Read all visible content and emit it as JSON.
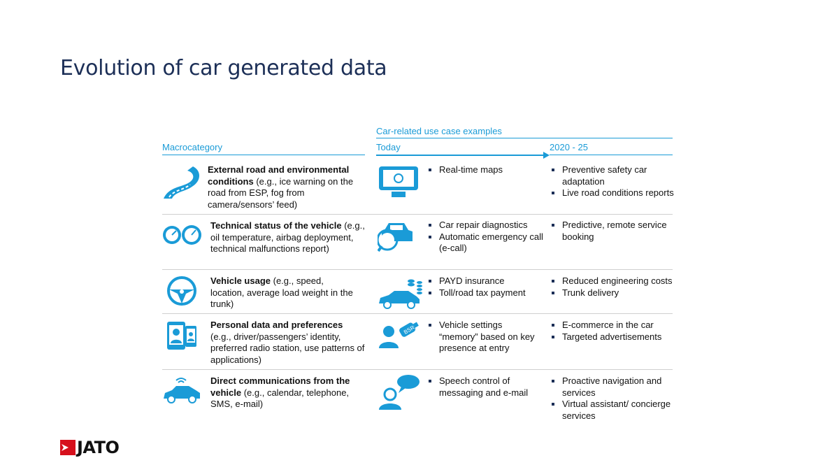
{
  "title": "Evolution of car generated data",
  "headers": {
    "use_case_group": "Car-related use case examples",
    "macrocategory": "Macrocategory",
    "today": "Today",
    "future": "2020 - 25"
  },
  "rows": [
    {
      "icon": "road-icon",
      "bold": "External road and environmental conditions",
      "rest": " (e.g., ice warning on the road from ESP, fog from camera/sensors’ feed)",
      "today_icon": "navigation-display-icon",
      "today": [
        "Real-time maps"
      ],
      "future": [
        "Preventive safety car adaptation",
        "Live road conditions reports"
      ]
    },
    {
      "icon": "gauges-icon",
      "bold": "Technical status of the vehicle",
      "rest": " (e.g., oil temperature, airbag deployment, technical malfunctions report)",
      "today_icon": "car-inspection-icon",
      "today": [
        "Car repair diagnostics",
        "Automatic emergency call (e-call)"
      ],
      "future": [
        "Predictive, remote service booking"
      ]
    },
    {
      "icon": "steering-wheel-icon",
      "bold": "Vehicle usage",
      "rest": " (e.g., speed, location, average load weight in the trunk)",
      "today_icon": "car-coins-icon",
      "today": [
        "PAYD insurance",
        "Toll/road tax payment"
      ],
      "future": [
        "Reduced engineering costs",
        "Trunk delivery"
      ]
    },
    {
      "icon": "phones-user-icon",
      "bold": "Personal data and preferences",
      "rest": " (e.g., driver/passengers’ identity, preferred radio station, use patterns of applications)",
      "today_icon": "person-key-icon",
      "today": [
        "Vehicle settings “memory” based on key presence at entry"
      ],
      "future": [
        "E-commerce in the car",
        "Targeted advertisements"
      ]
    },
    {
      "icon": "connected-car-icon",
      "bold": "Direct communications from the vehicle",
      "rest": " (e.g., calendar, telephone, SMS, e-mail)",
      "today_icon": "person-speech-icon",
      "today": [
        "Speech control of messaging and e-mail"
      ],
      "future": [
        "Proactive navigation and services",
        "Virtual assistant/ concierge services"
      ]
    }
  ],
  "logo": {
    "text": "JATO",
    "color": "#d6101c"
  },
  "colors": {
    "accent": "#1a9bd7",
    "title": "#1c2f57"
  }
}
